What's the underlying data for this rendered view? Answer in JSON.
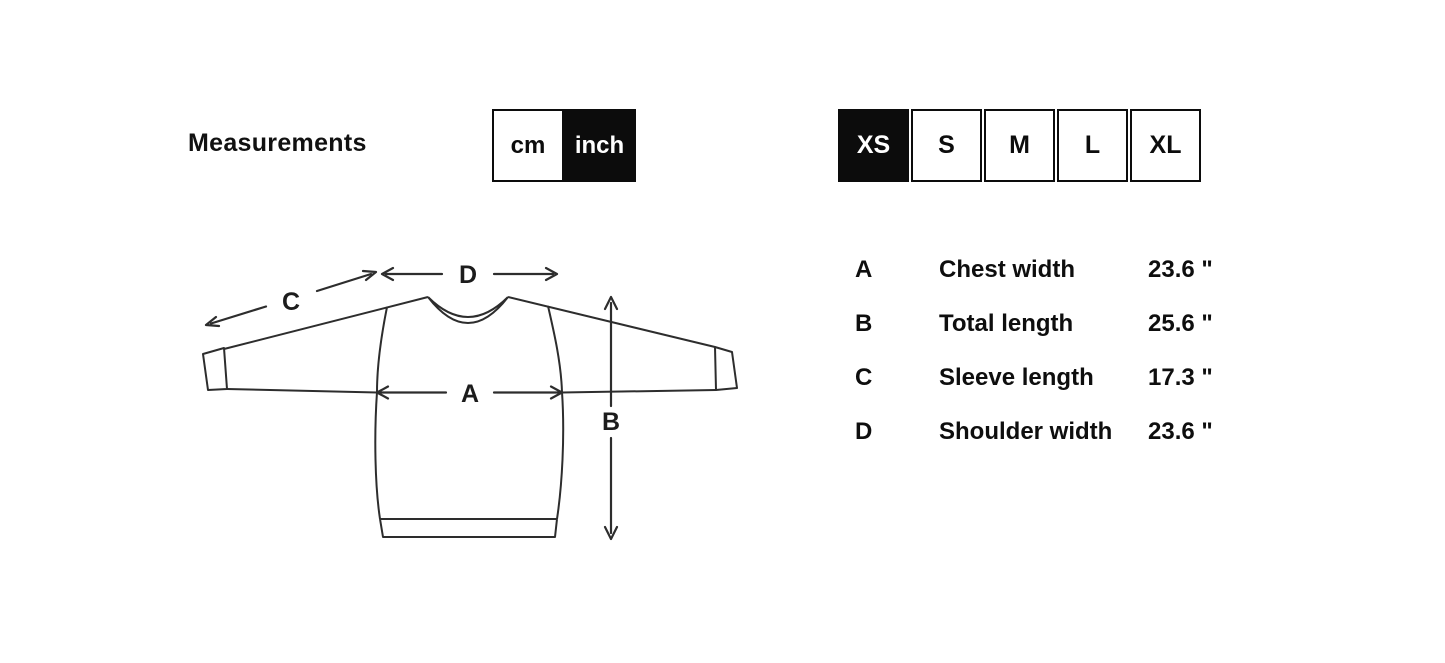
{
  "title": "Measurements",
  "colors": {
    "selected_bg": "#0c0c0c",
    "selected_text": "#ffffff",
    "outline": "#2d2d2d",
    "text": "#0e0e0e",
    "background": "#ffffff"
  },
  "unit_toggle": {
    "options": [
      {
        "label": "cm",
        "selected": false
      },
      {
        "label": "inch",
        "selected": true
      }
    ]
  },
  "size_selector": {
    "options": [
      {
        "label": "XS",
        "selected": true
      },
      {
        "label": "S",
        "selected": false
      },
      {
        "label": "M",
        "selected": false
      },
      {
        "label": "L",
        "selected": false
      },
      {
        "label": "XL",
        "selected": false
      }
    ]
  },
  "measurements": {
    "rows": [
      {
        "key": "A",
        "name": "Chest width",
        "value": "23.6 \""
      },
      {
        "key": "B",
        "name": "Total length",
        "value": "25.6 \""
      },
      {
        "key": "C",
        "name": "Sleeve length",
        "value": "17.3 \""
      },
      {
        "key": "D",
        "name": "Shoulder width",
        "value": "23.6 \""
      }
    ]
  },
  "diagram": {
    "labels": {
      "a": "A",
      "b": "B",
      "c": "C",
      "d": "D"
    }
  }
}
